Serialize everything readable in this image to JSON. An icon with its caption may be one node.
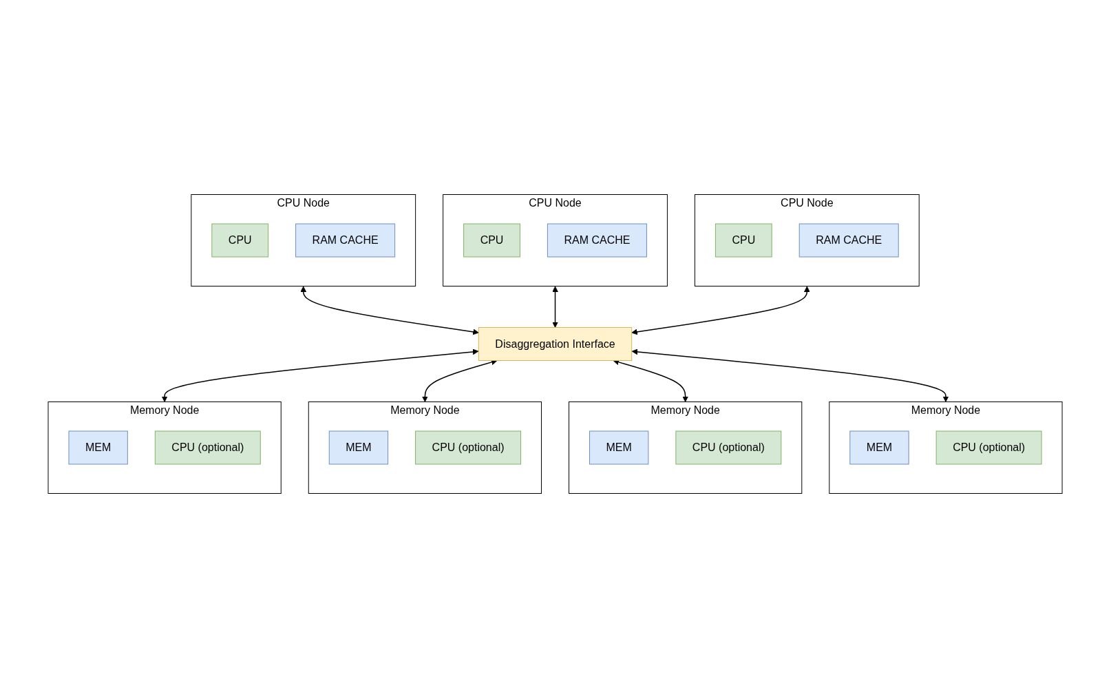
{
  "diagram": {
    "nodes": [
      {
        "text": [
          "CPU Node"
        ]
      },
      {
        "text": [
          "CPU"
        ],
        "in": 0
      },
      {
        "text": [
          "RAM CACHE"
        ],
        "in": 0
      },
      {
        "text": [
          "CPU Node"
        ]
      },
      {
        "text": [
          "CPU"
        ],
        "in": 3
      },
      {
        "text": [
          "RAM CACHE"
        ],
        "in": 3
      },
      {
        "text": [
          "CPU Node"
        ]
      },
      {
        "text": [
          "CPU"
        ],
        "in": 6
      },
      {
        "text": [
          "RAM CACHE"
        ],
        "in": 6
      },
      {
        "text": [
          "Disaggregation Interface"
        ]
      },
      {
        "text": [
          "Memory Node"
        ]
      },
      {
        "text": [
          "MEM"
        ],
        "in": 10
      },
      {
        "text": [
          "CPU (optional)"
        ],
        "in": 10
      },
      {
        "text": [
          "Memory Node"
        ]
      },
      {
        "text": [
          "MEM"
        ],
        "in": 13
      },
      {
        "text": [
          "CPU (optional)"
        ],
        "in": 13
      },
      {
        "text": [
          "Memory Node"
        ]
      },
      {
        "text": [
          "MEM"
        ],
        "in": 16
      },
      {
        "text": [
          "CPU (optional)"
        ],
        "in": 16
      },
      {
        "text": [
          "Memory Node"
        ]
      },
      {
        "text": [
          "MEM"
        ],
        "in": 19
      },
      {
        "text": [
          "CPU (optional)"
        ],
        "in": 19
      }
    ],
    "edges": [
      {
        "from": 0,
        "to": 9,
        "arrow": "both"
      },
      {
        "from": 3,
        "to": 9,
        "arrow": "both"
      },
      {
        "from": 6,
        "to": 9,
        "arrow": "both"
      },
      {
        "from": 9,
        "to": 10,
        "arrow": "both"
      },
      {
        "from": 9,
        "to": 13,
        "arrow": "both"
      },
      {
        "from": 9,
        "to": 16,
        "arrow": "both"
      },
      {
        "from": 9,
        "to": 19,
        "arrow": "both"
      }
    ]
  }
}
